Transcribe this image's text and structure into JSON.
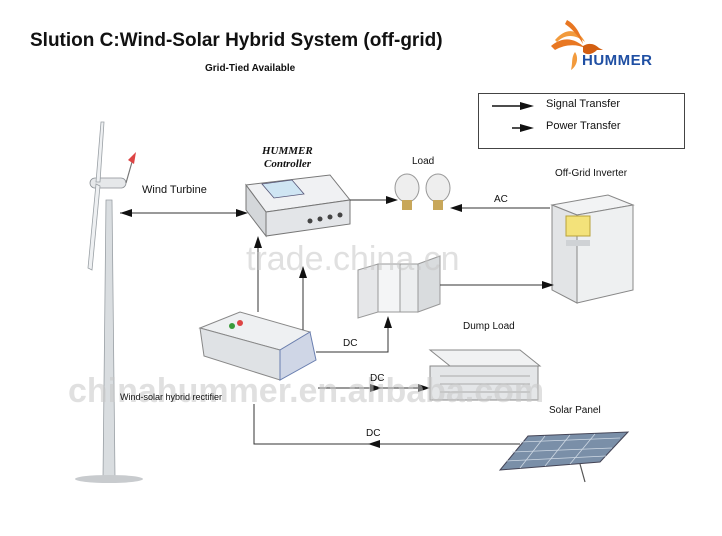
{
  "title": "Slution C:Wind-Solar Hybrid System (off-grid)",
  "subtitle": "Grid-Tied Available",
  "brand": "HUMMER",
  "legend": {
    "signal": "Signal Transfer",
    "power": "Power Transfer"
  },
  "components": {
    "wind_turbine": "Wind Turbine",
    "controller_brand": "HUMMER",
    "controller_label": "Controller",
    "load": "Load",
    "inverter": "Off-Grid Inverter",
    "dump_load": "Dump Load",
    "solar_panel": "Solar Panel",
    "rectifier": "Wind-solar hybrid rectifier"
  },
  "flows": {
    "ac": "AC",
    "dc_battery": "DC",
    "dc_dump": "DC",
    "dc_solar": "DC"
  },
  "watermarks": {
    "center": "trade.china.cn",
    "bottom": "chinahummer.en.alibaba.com"
  },
  "colors": {
    "brand_blue": "#1f4fa3",
    "logo_orange": "#e87722",
    "line": "#333333"
  }
}
